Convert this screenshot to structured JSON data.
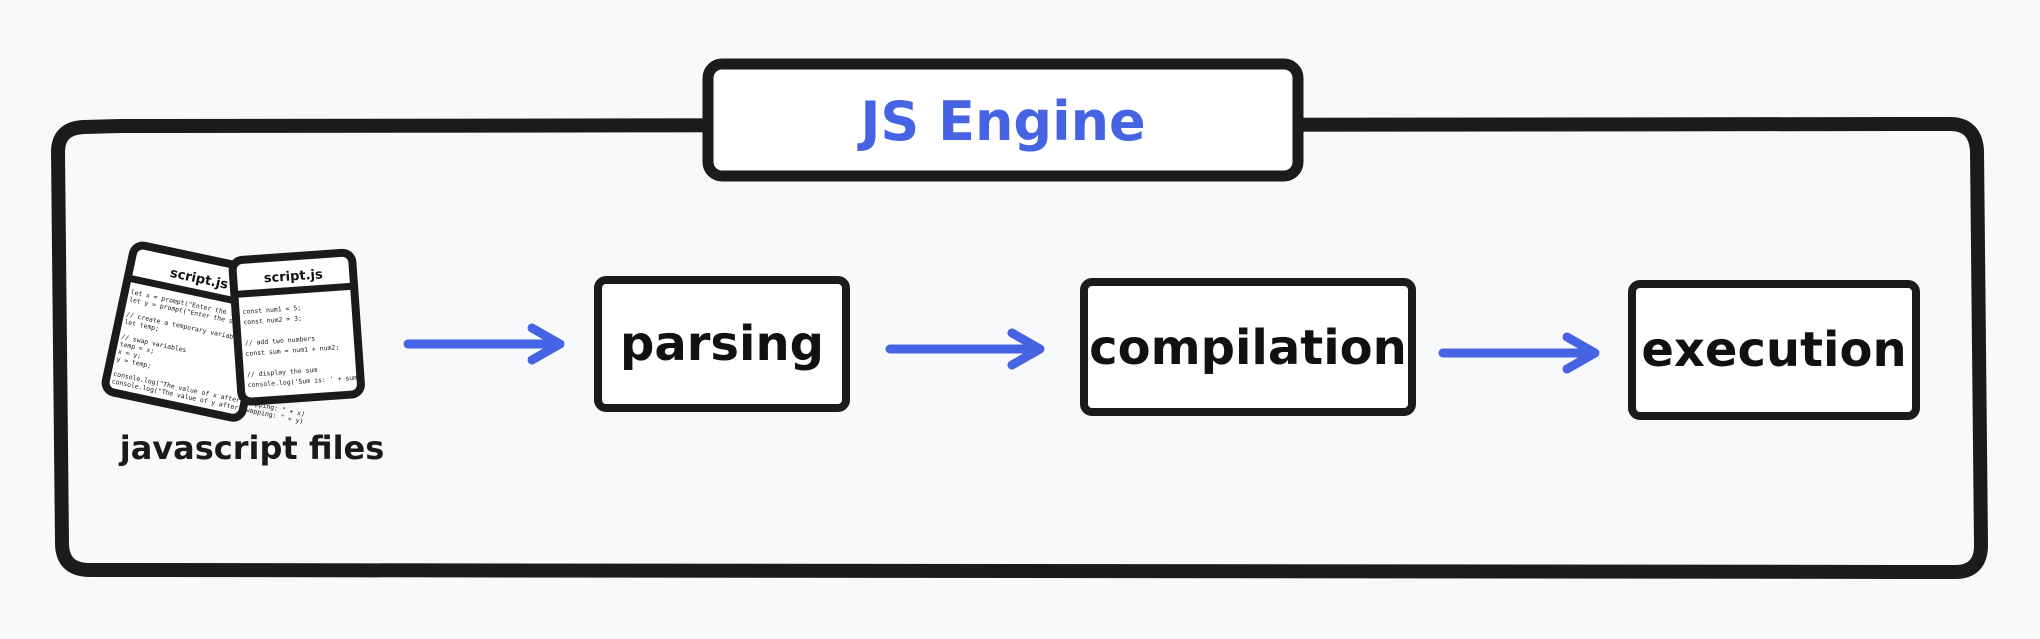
{
  "engine": {
    "title": "JS Engine"
  },
  "files": {
    "caption": "javascript files",
    "back_file": {
      "name": "script.js",
      "lines": [
        "let x = prompt(\"Enter the first number: \")",
        "let y = prompt(\"Enter the second number: \")",
        "",
        "// create a temporary variable",
        "let temp;",
        "",
        "// swap variables",
        "temp = x;",
        "x = y;",
        "y = temp;",
        "",
        "console.log(\"The value of x after swapping: \" + x)",
        "console.log(\"The value of y after swapping: \" + y)"
      ]
    },
    "front_file": {
      "name": "script.js",
      "lines": [
        "const num1 = 5;",
        "const num2 = 3;",
        "",
        "// add two numbers",
        "const sum = num1 + num2;",
        "",
        "// display the sum",
        "console.log('Sum is: ' + sum);"
      ]
    }
  },
  "steps": [
    {
      "label": "parsing"
    },
    {
      "label": "compilation"
    },
    {
      "label": "execution"
    }
  ],
  "colors": {
    "accent": "#4563e3",
    "stroke": "#1b1b1b",
    "background": "#f8f9fb"
  }
}
